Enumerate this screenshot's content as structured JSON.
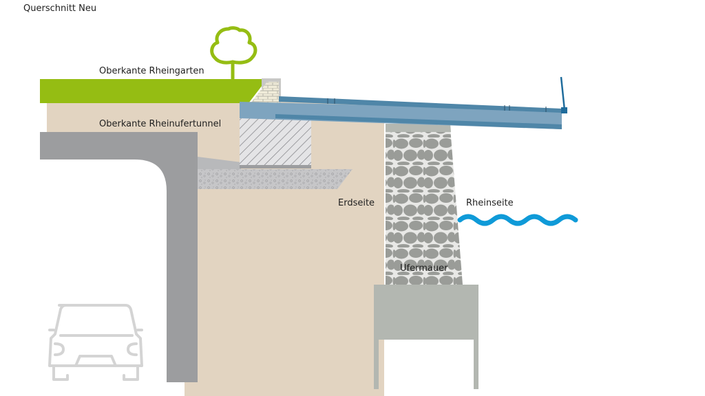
{
  "title": "Querschnitt Neu",
  "labels": {
    "rheingarten": "Oberkante Rheingarten",
    "rheinufertunnel": "Oberkante Rheinufertunnel",
    "erdseite": "Erdseite",
    "rheinseite": "Rheinseite",
    "ufermauer": "Ufermauer"
  },
  "icons": {
    "tree": "tree-icon",
    "car": "car-icon",
    "water": "water-wave-icon"
  },
  "colors": {
    "grass": "#95bd13",
    "soil": "#e2d4c1",
    "tunnel": "#9c9d9f",
    "deck": "#7ea4bf",
    "deck_dark": "#4f86a8",
    "railing": "#1f6c9c",
    "stone": "#9a9c98",
    "foundation": "#b3b7b1",
    "water": "#0f9ad8",
    "car": "#d4d4d4",
    "brick": "#f0ecd9",
    "hatch_bg": "#e4e4e6",
    "gravel": "#c3c3c5"
  }
}
